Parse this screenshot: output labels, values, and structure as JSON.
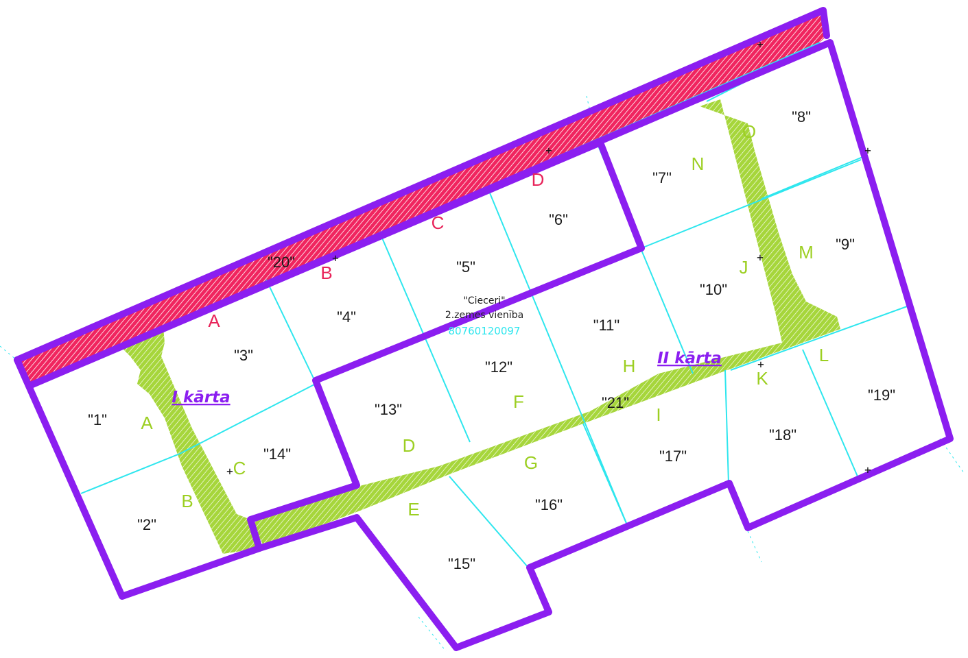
{
  "map": {
    "colors": {
      "boundary": "#8b1ef0",
      "parcel_lines": "#2ee6ee",
      "road_fill": "#a6d63b",
      "strip_fill": "#f0255f",
      "point_red": "#e8245a",
      "point_green": "#9ccf22"
    },
    "center_label": {
      "name": "\"Cieceri\"",
      "unit": "2.zemes vienība",
      "cadastre": "80760120097"
    },
    "phases": {
      "phase1": "I kārta",
      "phase2": "II kārta"
    },
    "plots": [
      "\"1\"",
      "\"2\"",
      "\"3\"",
      "\"4\"",
      "\"5\"",
      "\"6\"",
      "\"7\"",
      "\"8\"",
      "\"9\"",
      "\"10\"",
      "\"11\"",
      "\"12\"",
      "\"13\"",
      "\"14\"",
      "\"15\"",
      "\"16\"",
      "\"17\"",
      "\"18\"",
      "\"19\"",
      "\"20\"",
      "\"21\""
    ],
    "points_red": [
      "A",
      "B",
      "C",
      "D"
    ],
    "points_green_west": [
      "A",
      "B",
      "C"
    ],
    "points_green_east": [
      "D",
      "E",
      "F",
      "G",
      "H",
      "I",
      "J",
      "K",
      "L",
      "M",
      "N",
      "O"
    ],
    "survey_mark": "+"
  }
}
